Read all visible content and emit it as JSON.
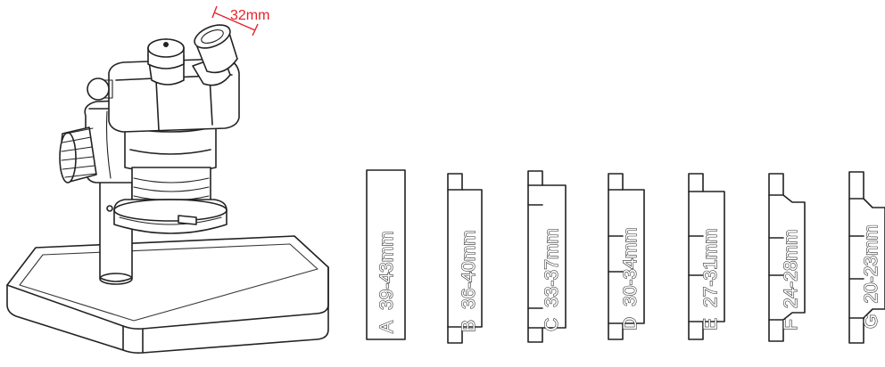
{
  "annotation": {
    "label": "32mm",
    "color": "#e8202a"
  },
  "plates": [
    {
      "letter": "A",
      "range": "39-43mm"
    },
    {
      "letter": "B",
      "range": "36-40mm"
    },
    {
      "letter": "C",
      "range": "33-37mm"
    },
    {
      "letter": "D",
      "range": "30-34mm"
    },
    {
      "letter": "E",
      "range": "27-31mm"
    },
    {
      "letter": "F",
      "range": "24-28mm"
    },
    {
      "letter": "G",
      "range": "20-23mm"
    }
  ],
  "icons": [
    "stereo-microscope-drawing",
    "eyepiece-adapter-plate"
  ]
}
